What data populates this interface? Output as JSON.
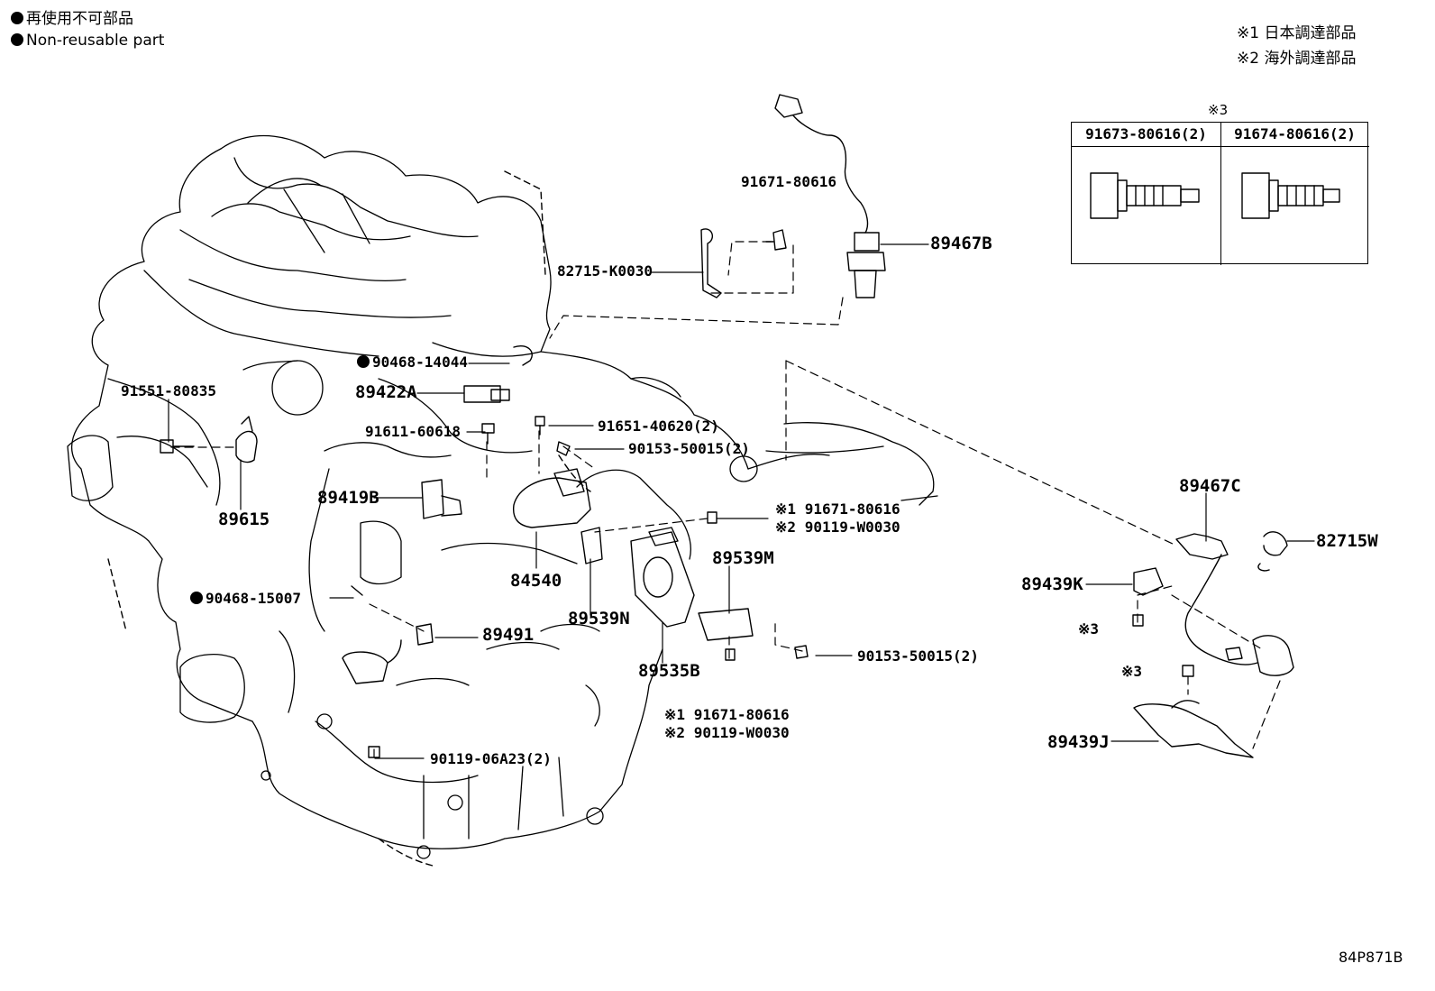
{
  "legend": {
    "jp": "再使用不可部品",
    "en": "Non-reusable part"
  },
  "notes": {
    "note1": "※1 日本調達部品",
    "note2": "※2 海外調達部品"
  },
  "table": {
    "mark": "※3",
    "col1": "91673-80616(2)",
    "col2": "91674-80616(2)"
  },
  "labels": {
    "p91671_top": "91671-80616",
    "p82715_k0030": "82715-K0030",
    "p89467b": "89467B",
    "p90468_14044": "90468-14044",
    "p89422a": "89422A",
    "p91551": "91551-80835",
    "p91611": "91611-60618",
    "p91651": "91651-40620(2)",
    "p90153_upper": "90153-50015(2)",
    "p89419b": "89419B",
    "p89615": "89615",
    "n1_upper_prefix": "※1",
    "n1_upper": "91671-80616",
    "n2_upper_prefix": "※2",
    "n2_upper": "90119-W0030",
    "p89539m": "89539M",
    "p90468_15007": "90468-15007",
    "p84540": "84540",
    "p89491": "89491",
    "p89539n": "89539N",
    "p89535b": "89535B",
    "p90153_lower": "90153-50015(2)",
    "n1_lower_prefix": "※1",
    "n1_lower": "91671-80616",
    "n2_lower_prefix": "※2",
    "n2_lower": "90119-W0030",
    "p90119_06a23": "90119-06A23(2)",
    "p89467c": "89467C",
    "p82715w": "82715W",
    "p89439k": "89439K",
    "mark3_a": "※3",
    "mark3_b": "※3",
    "p89439j": "89439J"
  },
  "diagram_code": "84P871B"
}
